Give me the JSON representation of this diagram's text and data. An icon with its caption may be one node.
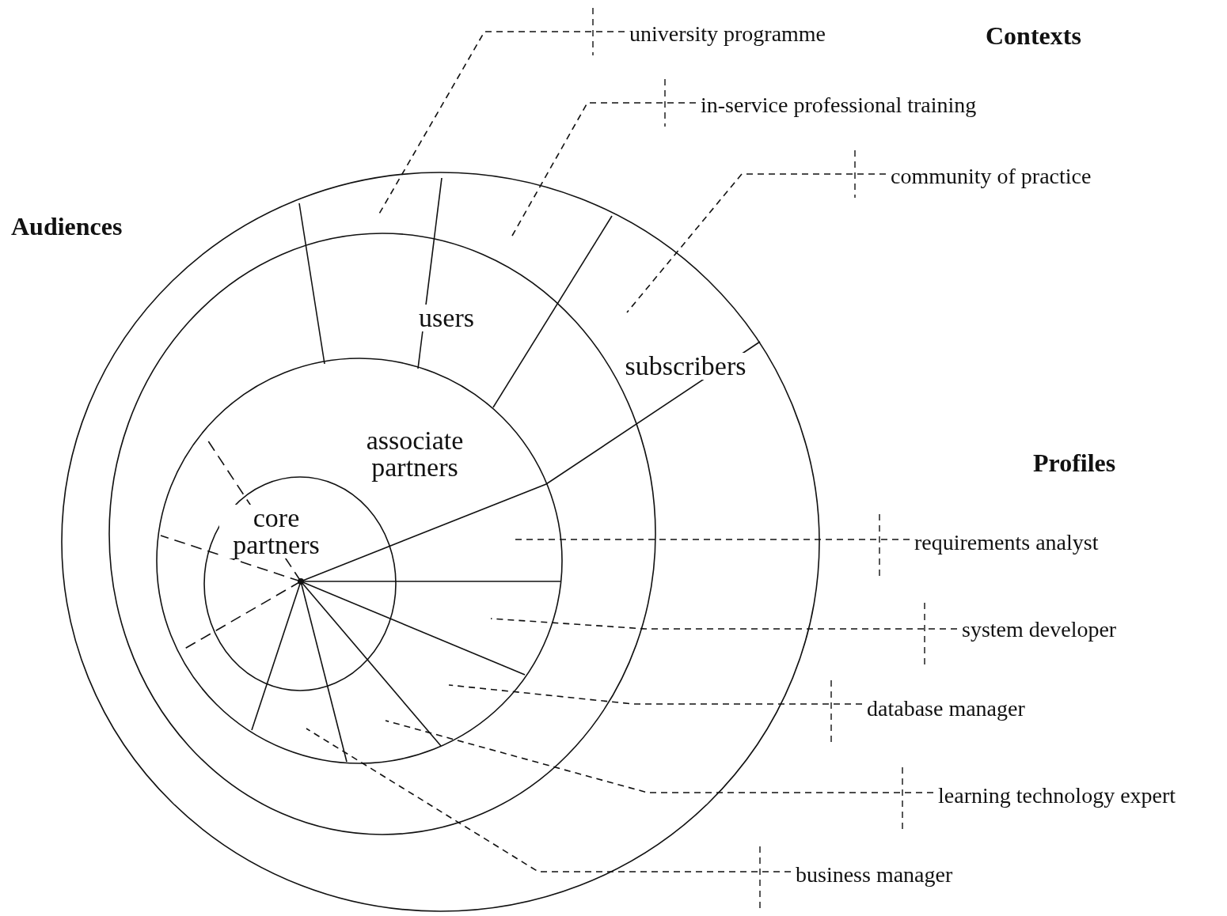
{
  "diagram": {
    "nodes": [
      {
        "text": [
          "subscribers"
        ]
      },
      {
        "text": [
          "users"
        ],
        "in": 0
      },
      {
        "text": [
          "associate partners"
        ],
        "in": 1
      },
      {
        "text": [
          "core partners"
        ],
        "in": 2
      },
      {
        "text": [
          "university programme"
        ]
      },
      {
        "text": [
          "in-service professional training"
        ]
      },
      {
        "text": [
          "community of practice"
        ]
      },
      {
        "text": [
          "requirements analyst"
        ]
      },
      {
        "text": [
          "system developer"
        ]
      },
      {
        "text": [
          "database manager"
        ]
      },
      {
        "text": [
          "learning technology expert"
        ]
      },
      {
        "text": [
          "business manager"
        ]
      }
    ],
    "edges": [
      {
        "from": 4,
        "to": null,
        "arrow": "none",
        "style": "dashed"
      },
      {
        "from": 5,
        "to": null,
        "arrow": "none",
        "style": "dashed"
      },
      {
        "from": 6,
        "to": null,
        "arrow": "none",
        "style": "dashed"
      },
      {
        "from": 7,
        "to": null,
        "arrow": "none",
        "style": "dashed"
      },
      {
        "from": 8,
        "to": null,
        "arrow": "none",
        "style": "dashed"
      },
      {
        "from": 9,
        "to": null,
        "arrow": "none",
        "style": "dashed"
      },
      {
        "from": 10,
        "to": null,
        "arrow": "none",
        "style": "dashed"
      },
      {
        "from": 11,
        "to": null,
        "arrow": "none",
        "style": "dashed"
      }
    ],
    "labels": [
      "Contexts",
      "Audiences",
      "Profiles"
    ]
  }
}
